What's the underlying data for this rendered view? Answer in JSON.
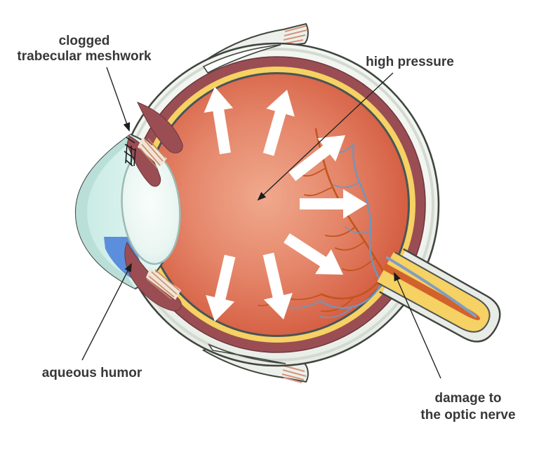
{
  "diagram": {
    "subject": "eye cross-section with glaucoma (high intraocular pressure)",
    "labels": {
      "clogged_line1": "clogged",
      "clogged_line2": "trabecular meshwork",
      "high_pressure": "high pressure",
      "aqueous_humor": "aqueous humor",
      "damage_line1": "damage to",
      "damage_line2": "the optic nerve"
    },
    "icons": {
      "pressure_arrows": "7 white arrows radiating outward from eye center",
      "leader_arrowhead": "small black triangle arrowhead on label pointer lines"
    },
    "palette": {
      "sclera": "#eef1ec",
      "choroid": "#9a4e53",
      "retina_yellow": "#f6d163",
      "inner_membrane": "#4a5456",
      "vitreous_center": "#f0a98d",
      "vitreous_edge": "#d15438",
      "cornea": "#badfd8",
      "anterior_chamber": "#d7f1ec",
      "aqueous_blue": "#5b8edd",
      "lens": "#eef8f5",
      "vessel_red": "#c2551d",
      "vessel_blue": "#6f96bd",
      "nerve_artery": "#d2622b",
      "nerve_vein": "#7e9ec2",
      "muscle": "#edf0ea",
      "muscle_stripe": "#d4957c",
      "arrow_white": "#ffffff",
      "outline": "#40453f",
      "label_text": "#383838"
    }
  }
}
